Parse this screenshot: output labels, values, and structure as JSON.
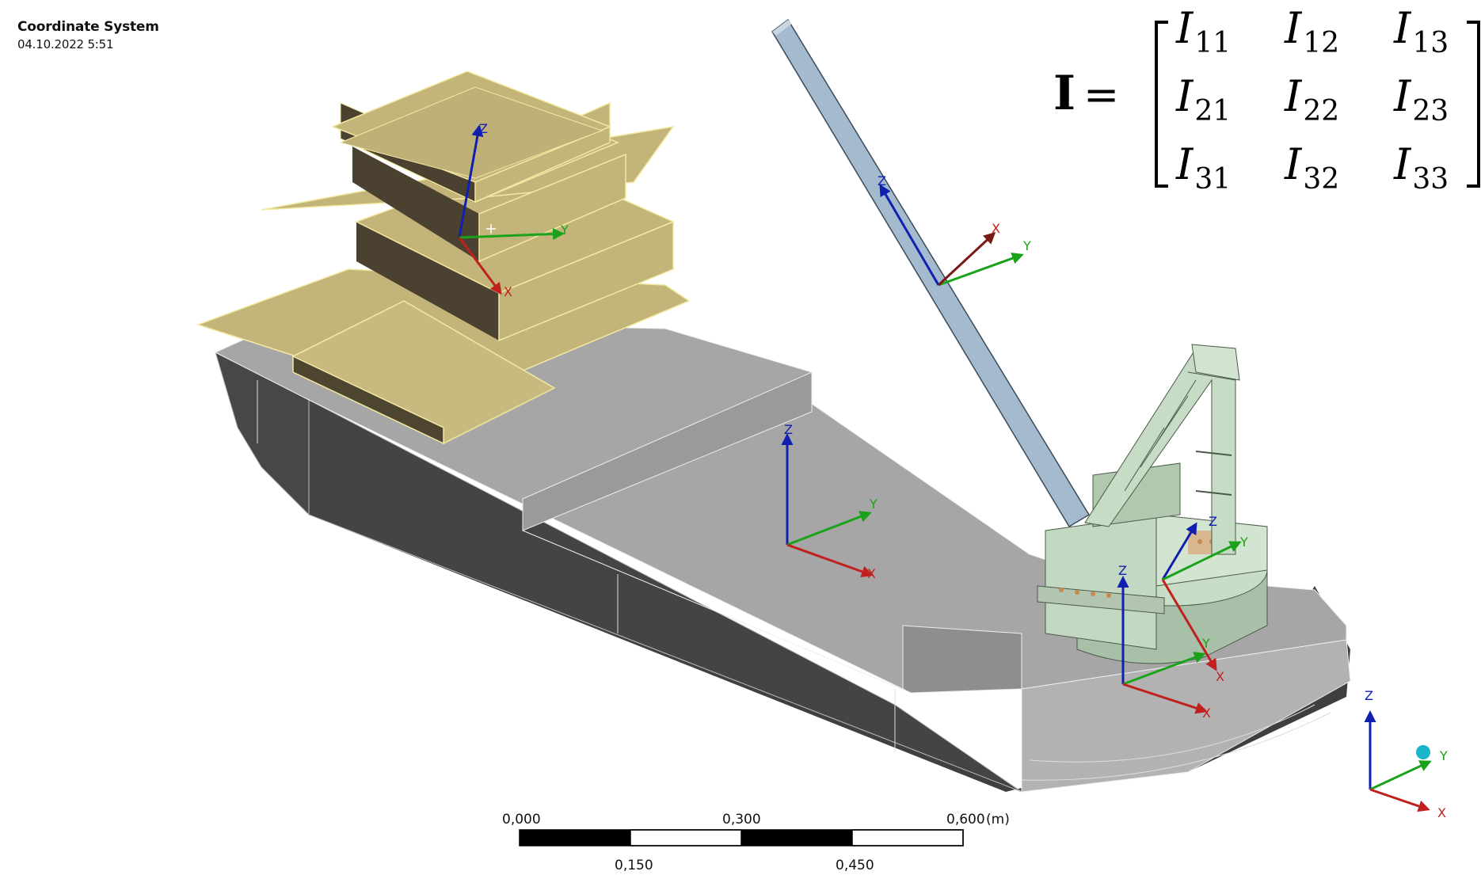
{
  "header": {
    "title": "Coordinate System",
    "timestamp": "04.10.2022 5:51"
  },
  "equation": {
    "lhs": "I",
    "equals": "=",
    "rows": [
      [
        {
          "base": "I",
          "sub": "11"
        },
        {
          "base": "I",
          "sub": "12"
        },
        {
          "base": "I",
          "sub": "13"
        }
      ],
      [
        {
          "base": "I",
          "sub": "21"
        },
        {
          "base": "I",
          "sub": "22"
        },
        {
          "base": "I",
          "sub": "23"
        }
      ],
      [
        {
          "base": "I",
          "sub": "31"
        },
        {
          "base": "I",
          "sub": "32"
        },
        {
          "base": "I",
          "sub": "33"
        }
      ]
    ]
  },
  "scale_bar": {
    "top_labels": [
      "0,000",
      "0,300",
      "0,600"
    ],
    "unit": "(m)",
    "bottom_labels": [
      "0,150",
      "0,450"
    ]
  },
  "axis_labels": {
    "x": "X",
    "y": "Y",
    "z": "Z"
  },
  "colors": {
    "axis_x": "#c0201e",
    "axis_x_dark": "#7a1a14",
    "axis_y": "#1aa31a",
    "axis_z": "#1020b0",
    "deck": "#a5a5a5",
    "hull_dark": "#454545",
    "hull_light": "#b5b5b5",
    "superstructure": "#c3b47a",
    "superstructure_dark": "#4e4530",
    "boom": "#9fb6cc",
    "crane": "#c6dcc4",
    "triad_ball": "#19b5c8"
  }
}
